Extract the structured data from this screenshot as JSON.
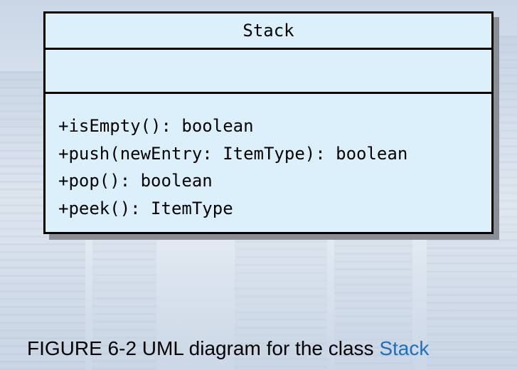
{
  "uml_class": {
    "name": "Stack",
    "attributes": [],
    "operations": [
      "+isEmpty(): boolean",
      "+push(newEntry: ItemType): boolean",
      "+pop(): boolean",
      "+peek(): ItemType"
    ]
  },
  "caption": {
    "text": "FIGURE 6-2 UML diagram for the class",
    "class_name": "Stack",
    "class_name_color": "#1d6fc0"
  }
}
